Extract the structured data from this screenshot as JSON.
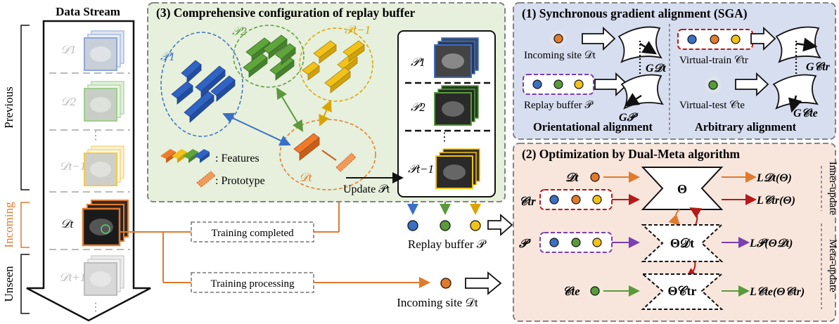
{
  "data_stream": {
    "title": "Data Stream",
    "phase_previous": "Previous",
    "phase_incoming": "Incoming",
    "phase_unseen": "Unseen",
    "sites": [
      "𝒟1",
      "𝒟2",
      "𝒟t−1",
      "𝒟t",
      "𝒟t+1"
    ],
    "ellipsis": "⋮"
  },
  "flow": {
    "training_completed": "Training completed",
    "training_processing": "Training processing",
    "replay_buffer_label": "Replay buffer 𝒫",
    "incoming_site_label": "Incoming site 𝒟t"
  },
  "panel3": {
    "title": "(3) Comprehensive configuration of replay buffer",
    "clusters": [
      "𝒫1",
      "𝒫2",
      "𝒫t−1"
    ],
    "current_site": "𝒟t",
    "legend_features": ": Features",
    "legend_prototype": ": Prototype",
    "update_label": "Update 𝒫t",
    "buffer_items": [
      "𝒫1",
      "𝒫2",
      "𝒫t−1"
    ],
    "buffer_ellipsis": "⋮"
  },
  "panel1": {
    "title": "(1) Synchronous gradient alignment (SGA)",
    "incoming_site": "Incoming site 𝒟t",
    "replay_buffer": "Replay buffer 𝒫",
    "virtual_train": "Virtual-train 𝒞tr",
    "virtual_test": "Virtual-test 𝒞te",
    "grad_dt": "G𝒟t",
    "grad_p": "G𝒫",
    "grad_ctr": "G𝒞tr",
    "grad_cte": "G𝒞te",
    "orientational": "Orientational alignment",
    "arbitrary": "Arbitrary alignment"
  },
  "panel2": {
    "title": "(2) Optimization by Dual-Meta algorithm",
    "inputs": [
      "𝒟t",
      "𝒞tr",
      "𝒫",
      "𝒞te"
    ],
    "models": [
      "Θ",
      "Θ𝒟t",
      "Θ𝒞tr"
    ],
    "losses": [
      "L𝒟t(Θ)",
      "L𝒞tr(Θ)",
      "L𝒫(Θ𝒟t)",
      "L𝒞te(Θ𝒞tr)"
    ],
    "inner_update": "Inner-update",
    "meta_update": "Meta-update"
  },
  "colors": {
    "orange": "#e07a2e",
    "blue": "#3b6fc4",
    "green": "#5a9a3c",
    "yellow": "#f2c21b",
    "purple": "#7b3fb0",
    "red": "#b51a1a",
    "panel3_bg": "#e6f0dc",
    "panel1_bg": "#d7def0",
    "panel2_bg": "#f8e6dc"
  }
}
